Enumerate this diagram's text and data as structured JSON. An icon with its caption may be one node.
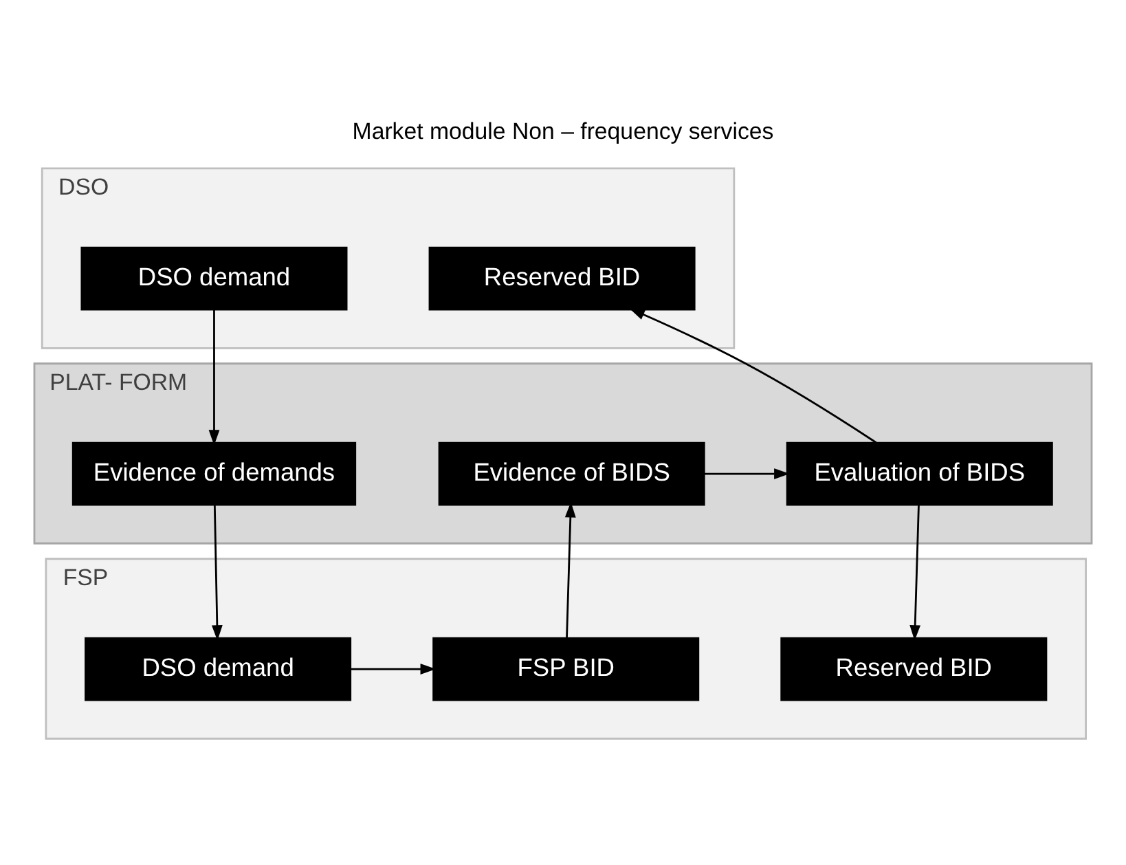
{
  "diagram": {
    "title": "Market module Non – frequency services",
    "nodes": [
      {
        "text": [
          "DSO"
        ]
      },
      {
        "text": [
          "DSO demand"
        ],
        "in": 0
      },
      {
        "text": [
          "Reserved BID"
        ],
        "in": 0
      },
      {
        "text": [
          "PLAT- FORM"
        ]
      },
      {
        "text": [
          "Evidence of demands"
        ],
        "in": 3
      },
      {
        "text": [
          "Evidence of BIDS"
        ],
        "in": 3
      },
      {
        "text": [
          "Evaluation of BIDS"
        ],
        "in": 3
      },
      {
        "text": [
          "FSP"
        ]
      },
      {
        "text": [
          "DSO demand"
        ],
        "in": 7
      },
      {
        "text": [
          "FSP BID"
        ],
        "in": 7
      },
      {
        "text": [
          "Reserved BID"
        ],
        "in": 7
      }
    ],
    "edges": [
      {
        "from": 1,
        "to": 4,
        "arrow": "to"
      },
      {
        "from": 4,
        "to": 8,
        "arrow": "to"
      },
      {
        "from": 8,
        "to": 9,
        "arrow": "to"
      },
      {
        "from": 9,
        "to": 5,
        "arrow": "to"
      },
      {
        "from": 5,
        "to": 6,
        "arrow": "to"
      },
      {
        "from": 6,
        "to": 2,
        "arrow": "to"
      },
      {
        "from": 6,
        "to": 10,
        "arrow": "to"
      }
    ]
  }
}
